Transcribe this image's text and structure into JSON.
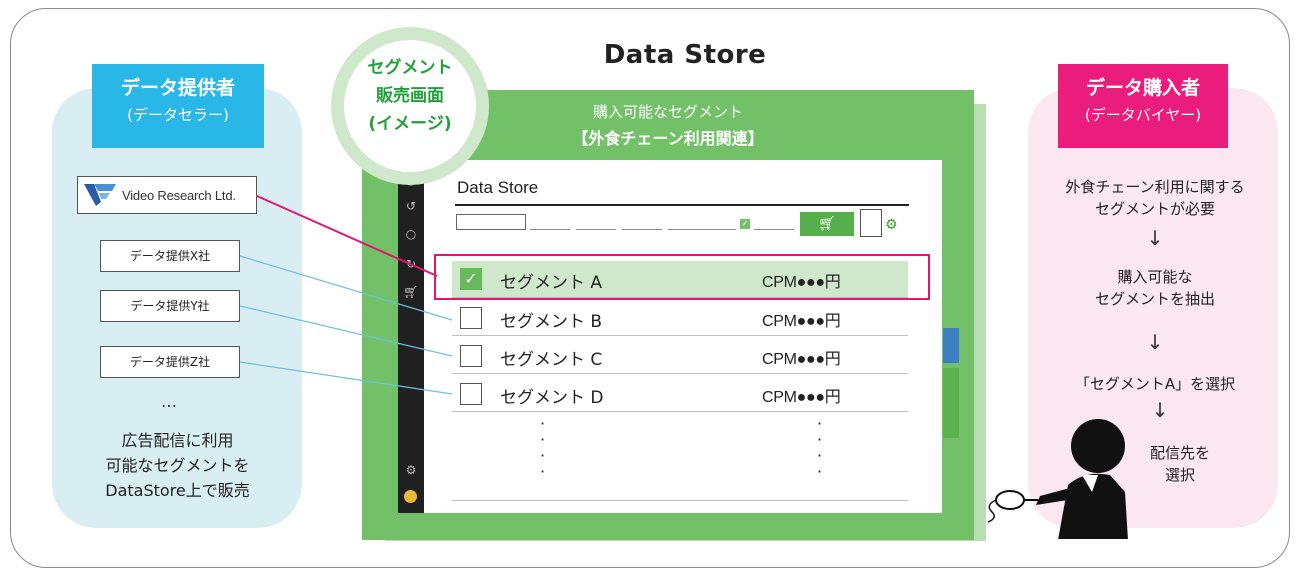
{
  "store": {
    "title": "Data Store",
    "subtitle": "購入可能なセグメント",
    "category": "【外食チェーン利用関連】",
    "inner_title": "Data Store",
    "cart_icon": "cart-icon"
  },
  "badge": {
    "line1": "セグメント",
    "line2": "販売画面",
    "line3": "(イメージ)"
  },
  "provider": {
    "title": "データ提供者",
    "subtitle": "(データセラー)",
    "logo_text": "Video Research Ltd.",
    "companies": [
      "データ提供X社",
      "データ提供Y社",
      "データ提供Z社"
    ],
    "ellipsis": "…",
    "desc1": "広告配信に利用",
    "desc2": "可能なセグメントを",
    "desc3": "DataStore上で販売"
  },
  "buyer": {
    "title": "データ購入者",
    "subtitle": "(データバイヤー)",
    "step1a": "外食チェーン利用に関する",
    "step1b": "セグメントが必要",
    "step2a": "購入可能な",
    "step2b": "セグメントを抽出",
    "step3": "「セグメントA」を選択",
    "step4a": "配信先を",
    "step4b": "選択"
  },
  "segments": [
    {
      "name": "セグメント A",
      "price": "CPM●●●円",
      "checked": true
    },
    {
      "name": "セグメント B",
      "price": "CPM●●●円",
      "checked": false
    },
    {
      "name": "セグメント C",
      "price": "CPM●●●円",
      "checked": false
    },
    {
      "name": "セグメント D",
      "price": "CPM●●●円",
      "checked": false
    }
  ],
  "colors": {
    "provider": "#29b7e8",
    "buyer": "#ea1c7c",
    "store_green": "#72c068",
    "highlight": "#e0166f"
  }
}
